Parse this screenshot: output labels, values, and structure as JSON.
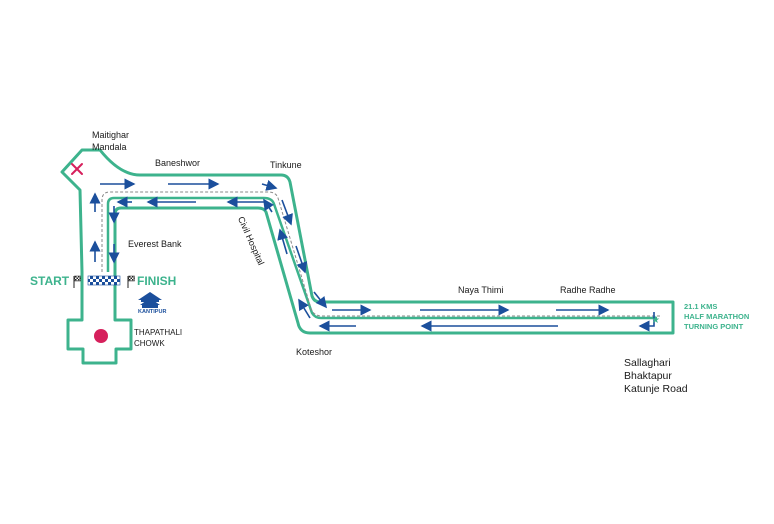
{
  "labels": {
    "maitighar_1": "Maitighar",
    "maitighar_2": "Mandala",
    "baneshwor": "Baneshwor",
    "tinkune": "Tinkune",
    "everest_bank": "Everest Bank",
    "civil_hospital": "Civil Hospital",
    "start": "START",
    "finish": "FINISH",
    "thapathali_1": "THAPATHALI",
    "thapathali_2": "CHOWK",
    "koteshor": "Koteshor",
    "naya_thimi": "Naya Thimi",
    "radhe_radhe": "Radhe Radhe",
    "turn_1": "21.1 KMS",
    "turn_2": "HALF MARATHON",
    "turn_3": "TURNING POINT",
    "dest_1": "Sallaghari",
    "dest_2": "Bhaktapur",
    "dest_3": "Katunje Road",
    "logo": "KANTIPUR"
  },
  "colors": {
    "route_outline": "#3db38d",
    "arrow": "#1b4f9c",
    "center_line": "#8a8a8a",
    "finish_checker": "#1b4f9c",
    "marker_dot": "#d6205c",
    "cross_mark": "#d6205c",
    "turn_star": "#3db38d"
  },
  "icons": {
    "start_flag": "checkered-flag-icon",
    "finish_flag": "checkered-flag-icon",
    "maitighar_marker": "cross-icon",
    "thapathali_marker": "dot-icon",
    "turning_point_marker": "star-icon"
  }
}
